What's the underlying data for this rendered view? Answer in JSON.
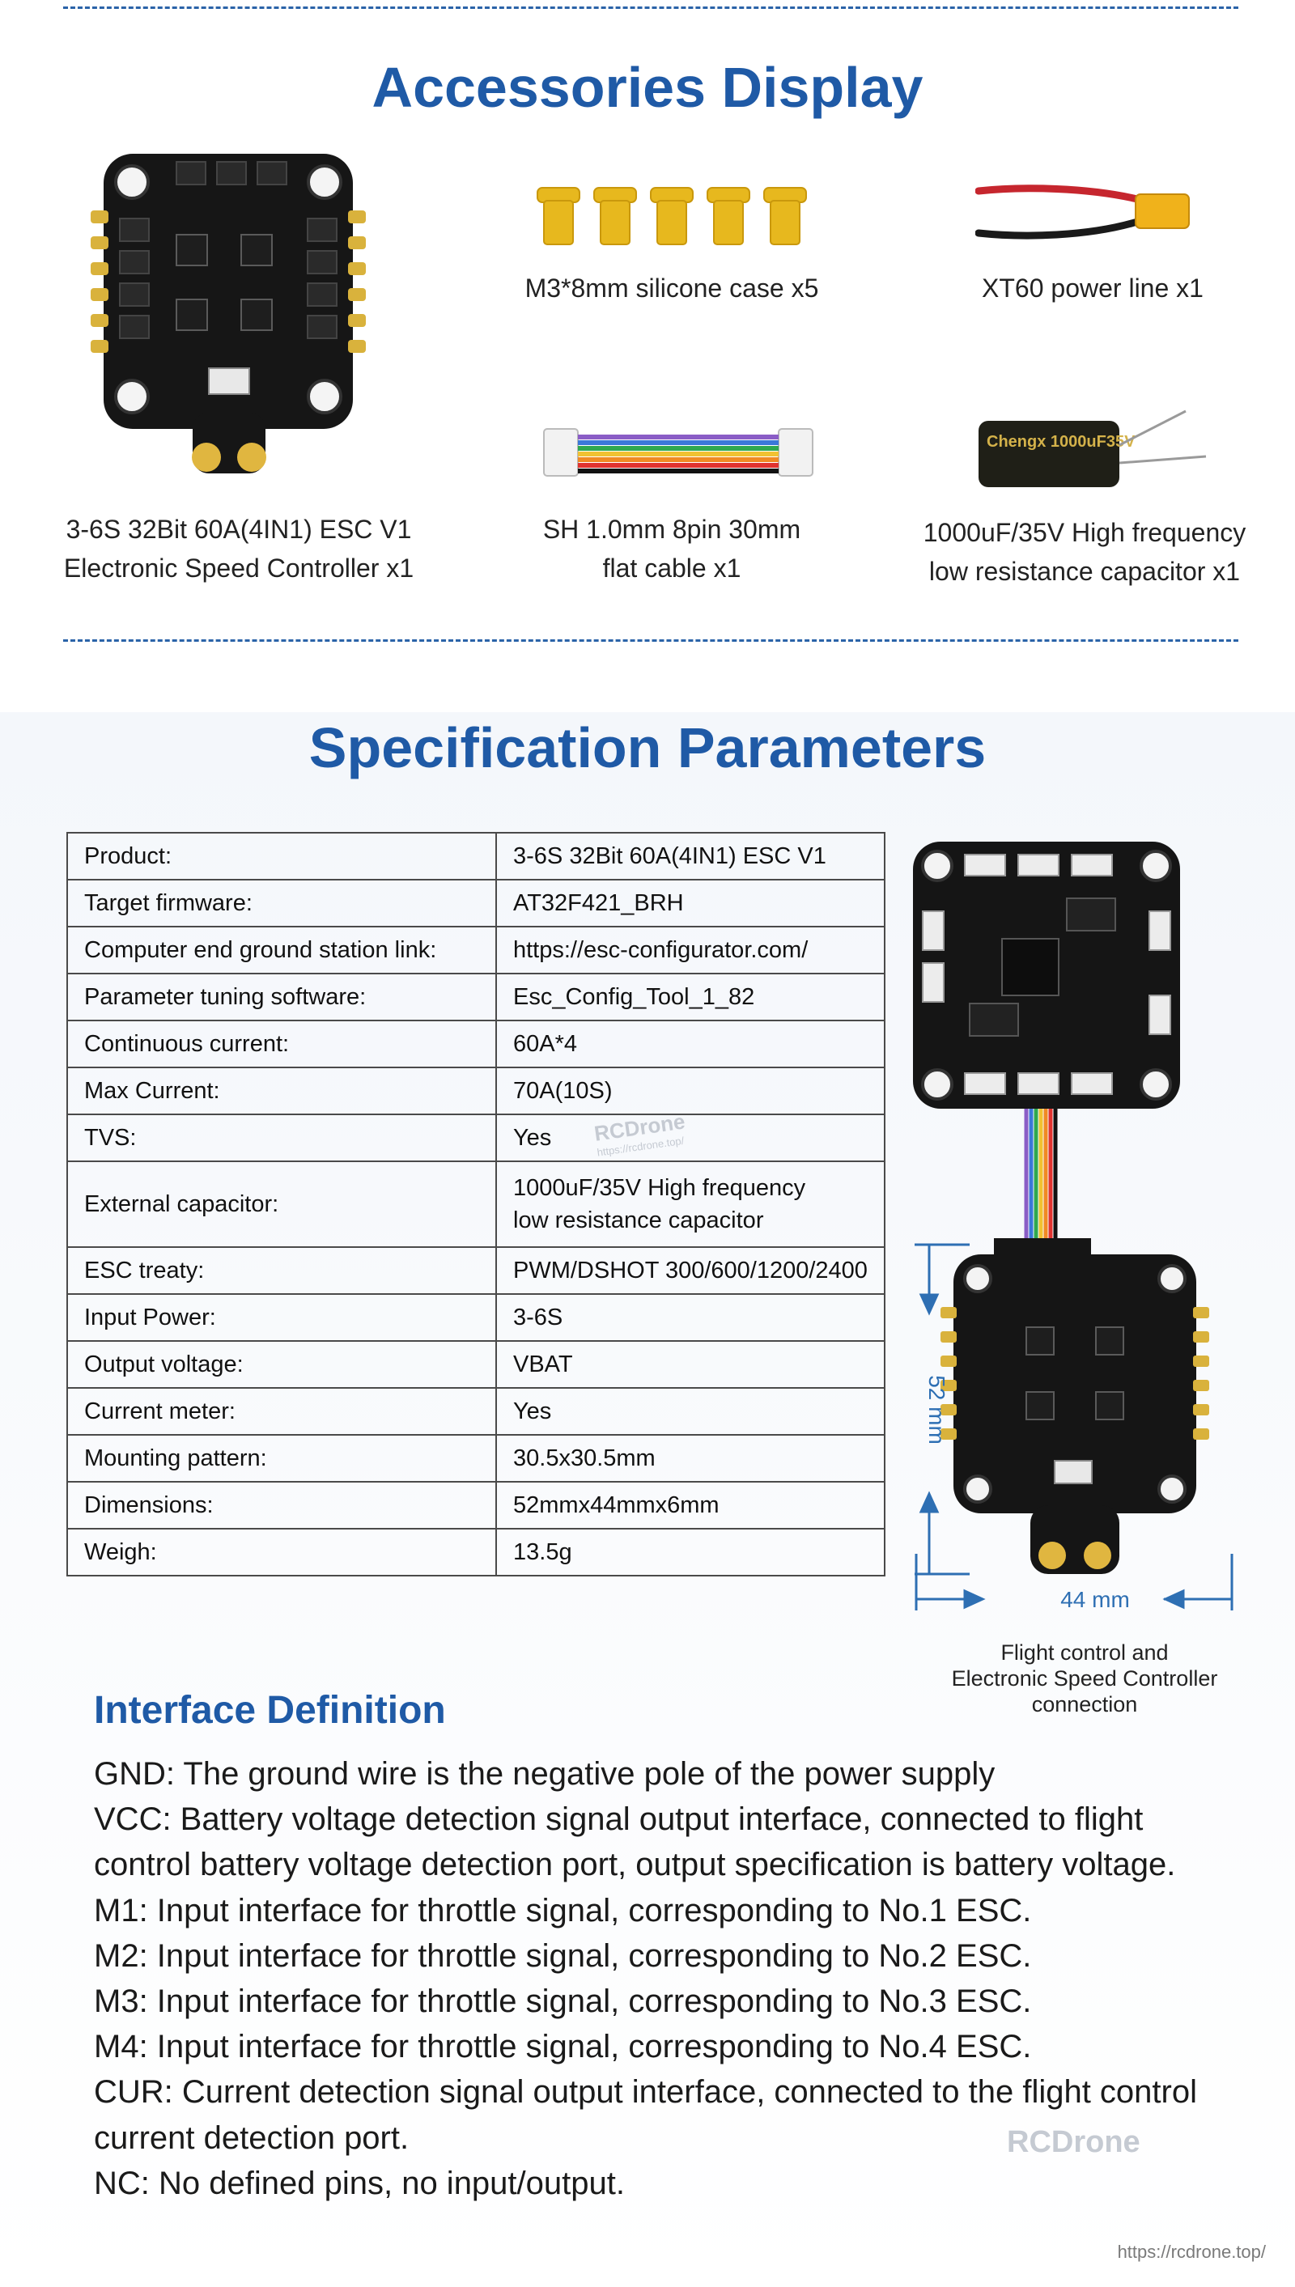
{
  "accessories": {
    "title": "Accessories Display",
    "items": [
      {
        "line1": "3-6S 32Bit 60A(4IN1) ESC V1",
        "line2": "Electronic Speed Controller x1"
      },
      {
        "line1": "M3*8mm silicone case x5",
        "line2": ""
      },
      {
        "line1": "XT60 power line x1",
        "line2": ""
      },
      {
        "line1": "SH 1.0mm 8pin 30mm",
        "line2": "flat cable x1"
      },
      {
        "line1": "1000uF/35V High frequency",
        "line2": "low resistance capacitor x1"
      }
    ],
    "capacitor_print": "Chengx 1000uF35V"
  },
  "spec": {
    "title": "Specification Parameters",
    "rows": [
      {
        "k": "Product:",
        "v": "3-6S 32Bit 60A(4IN1) ESC V1"
      },
      {
        "k": "Target firmware:",
        "v": "AT32F421_BRH"
      },
      {
        "k": "Computer end ground station link:",
        "v": "https://esc-configurator.com/"
      },
      {
        "k": "Parameter tuning software:",
        "v": "Esc_Config_Tool_1_82"
      },
      {
        "k": "Continuous current:",
        "v": "60A*4"
      },
      {
        "k": "Max Current:",
        "v": "70A(10S)"
      },
      {
        "k": "TVS:",
        "v": "Yes"
      },
      {
        "k": "External capacitor:",
        "v": "1000uF/35V High frequency",
        "v2": "low resistance capacitor"
      },
      {
        "k": "ESC treaty:",
        "v": "PWM/DSHOT 300/600/1200/2400"
      },
      {
        "k": "Input Power:",
        "v": "3-6S"
      },
      {
        "k": "Output voltage:",
        "v": "VBAT"
      },
      {
        "k": "Current meter:",
        "v": "Yes"
      },
      {
        "k": "Mounting pattern:",
        "v": "30.5x30.5mm"
      },
      {
        "k": "Dimensions:",
        "v": "52mmx44mmx6mm"
      },
      {
        "k": "Weigh:",
        "v": "13.5g"
      }
    ]
  },
  "diagram": {
    "height_label": "52 mm",
    "width_label": "44 mm",
    "caption": [
      "Flight control and",
      "Electronic Speed Controller",
      "connection"
    ]
  },
  "interface": {
    "title": "Interface Definition",
    "lines": [
      "GND:  The ground wire is the negative pole of the power supply",
      "VCC:  Battery voltage detection signal output interface, connected to flight",
      "control battery voltage detection port, output specification is battery voltage.",
      "M1:  Input interface for throttle signal, corresponding to No.1 ESC.",
      "M2:  Input interface for throttle signal, corresponding to No.2 ESC.",
      "M3:  Input interface for throttle signal, corresponding to No.3 ESC.",
      "M4:  Input interface for throttle signal, corresponding to No.4 ESC.",
      "CUR:  Current detection signal output interface, connected to the flight control",
      "current detection port.",
      "NC:  No defined pins, no input/output."
    ]
  },
  "watermark": {
    "brand": "RCDrone",
    "small_url": "https://rcdrone.top/"
  },
  "footer_url": "https://rcdrone.top/",
  "colors": {
    "accent": "#1f5aa6",
    "pcb": "#151515",
    "gold": "#d9b23c",
    "silicone": "#e7b81e"
  }
}
